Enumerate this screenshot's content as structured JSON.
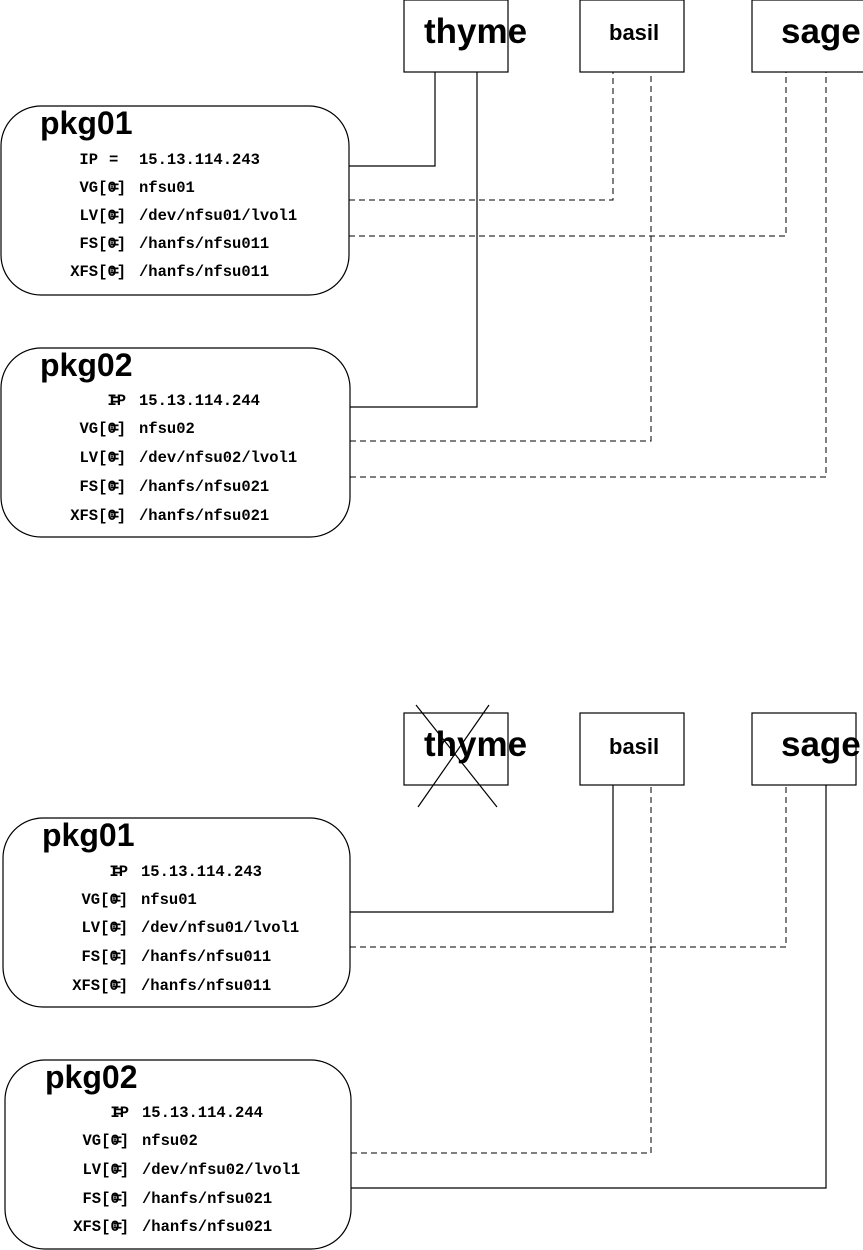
{
  "nodes": {
    "thyme": "thyme",
    "basil": "basil",
    "sage": "sage"
  },
  "top": {
    "pkg01": {
      "title": "pkg01",
      "ip_key": "IP",
      "ip": "15.13.114.243",
      "vg_key": "VG[0]",
      "vg": "nfsu01",
      "lv_key": "LV[0]",
      "lv": "/dev/nfsu01/lvol1",
      "fs_key": "FS[0]",
      "fs": "/hanfs/nfsu011",
      "xfs_key": "XFS[0]",
      "xfs": "/hanfs/nfsu011"
    },
    "pkg02": {
      "title": "pkg02",
      "ip_key": "IP",
      "ip": "15.13.114.244",
      "vg_key": "VG[0]",
      "vg": "nfsu02",
      "lv_key": "LV[0]",
      "lv": "/dev/nfsu02/lvol1",
      "fs_key": "FS[0]",
      "fs": "/hanfs/nfsu021",
      "xfs_key": "XFS[0]",
      "xfs": "/hanfs/nfsu021"
    }
  },
  "bottom": {
    "pkg01": {
      "title": "pkg01",
      "ip_key": "IP",
      "ip": "15.13.114.243",
      "vg_key": "VG[0]",
      "vg": "nfsu01",
      "lv_key": "LV[0]",
      "lv": "/dev/nfsu01/lvol1",
      "fs_key": "FS[0]",
      "fs": "/hanfs/nfsu011",
      "xfs_key": "XFS[0]",
      "xfs": "/hanfs/nfsu011"
    },
    "pkg02": {
      "title": "pkg02",
      "ip_key": "IP",
      "ip": "15.13.114.244",
      "vg_key": "VG[0]",
      "vg": "nfsu02",
      "lv_key": "LV[0]",
      "lv": "/dev/nfsu02/lvol1",
      "fs_key": "FS[0]",
      "fs": "/hanfs/nfsu021",
      "xfs_key": "XFS[0]",
      "xfs": "/hanfs/nfsu021"
    }
  },
  "eq": "="
}
